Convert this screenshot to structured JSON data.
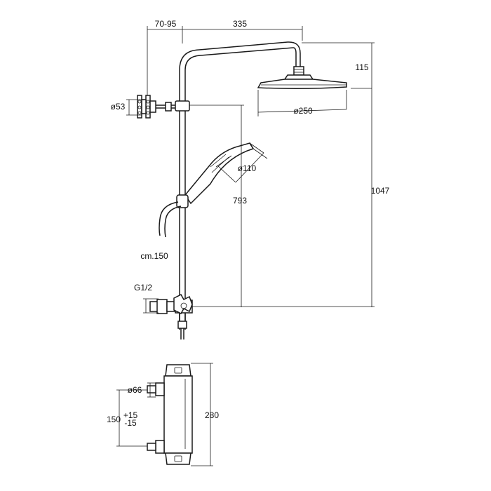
{
  "diagram": {
    "labels": {
      "arm_projection_range": "70-95",
      "arm_length": "335",
      "head_drop": "115",
      "overall_height": "1047",
      "wall_bracket_diameter": "ø53",
      "head_diameter": "ø250",
      "hand_shower_diameter": "ø110",
      "holder_height": "793",
      "hose_length": "cm.150",
      "inlet_thread": "G1/2",
      "body_diameter": "ø66",
      "inlet_centres": "150",
      "inlet_tol_plus": "+15",
      "inlet_tol_minus": "-15",
      "mixer_length": "280"
    }
  }
}
